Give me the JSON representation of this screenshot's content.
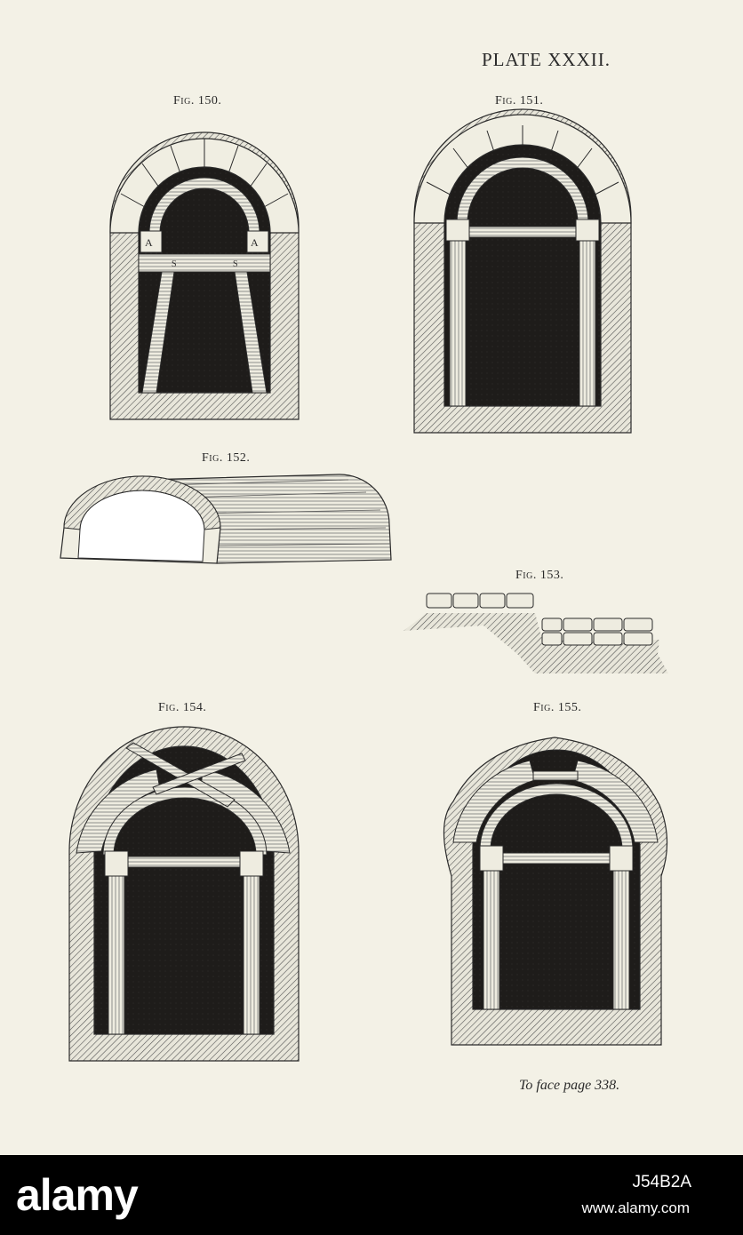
{
  "plate": {
    "title": "PLATE XXXII.",
    "page_note": "To face page 338."
  },
  "figures": [
    {
      "caption": "Fig. 150.",
      "subject": "arched tunnel frame with raking struts",
      "labels": [
        "A",
        "A",
        "S",
        "S"
      ]
    },
    {
      "caption": "Fig. 151.",
      "subject": "arched tunnel frame with upright posts and cap"
    },
    {
      "caption": "Fig. 152.",
      "subject": "timber centering, perspective"
    },
    {
      "caption": "Fig. 153.",
      "subject": "stepped footing section"
    },
    {
      "caption": "Fig. 154.",
      "subject": "arched frame with crossed braces in crown"
    },
    {
      "caption": "Fig. 155.",
      "subject": "arched frame with lagging in crown"
    }
  ],
  "watermark": {
    "brand": "alamy",
    "image_id": "J54B2A",
    "url": "www.alamy.com"
  },
  "colors": {
    "paper": "#f3f1e6",
    "ink": "#2a2a2a",
    "dark_fill": "#1e1c1a",
    "hatch": "#4a4a4a"
  }
}
